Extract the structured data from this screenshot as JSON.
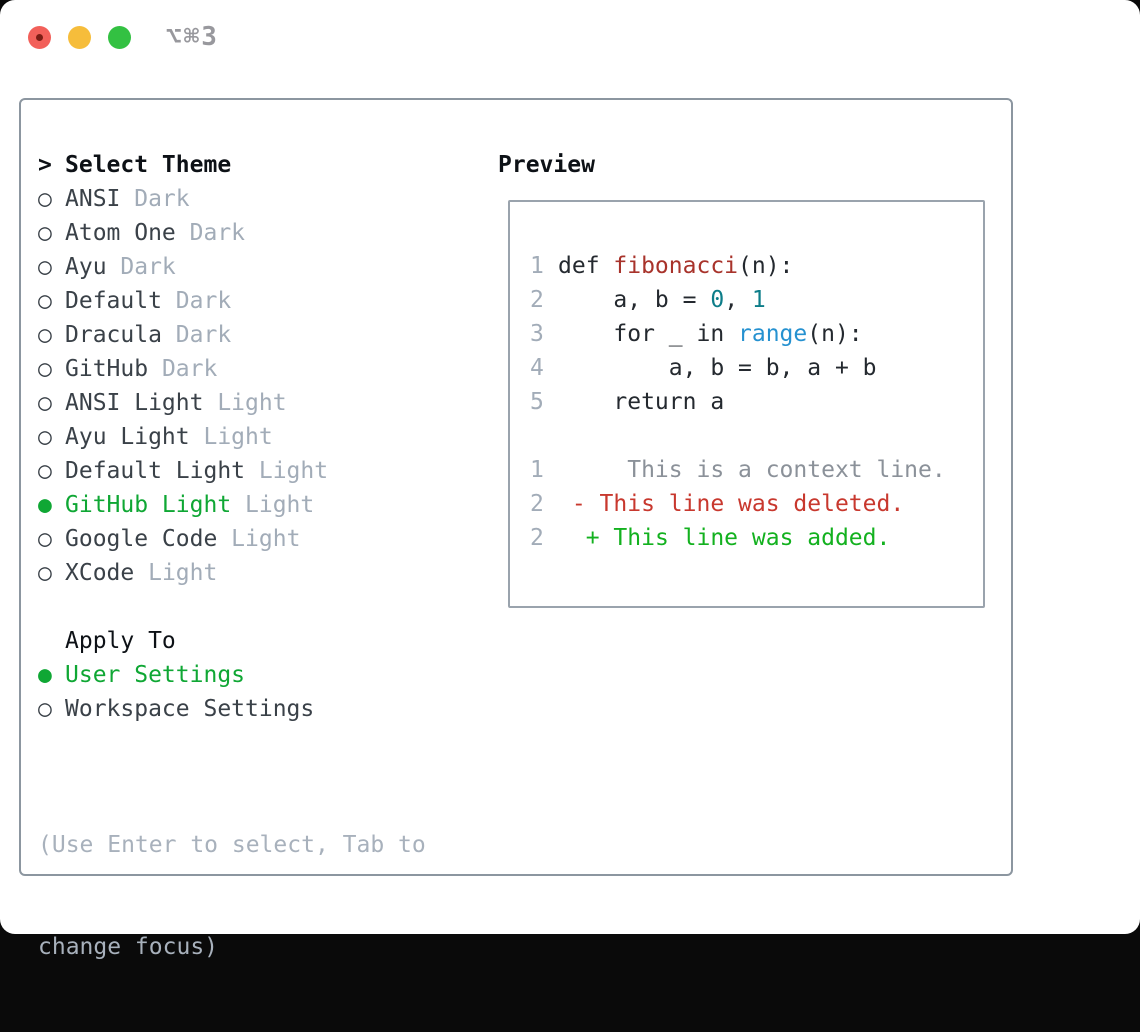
{
  "window": {
    "shortcut_label": "⌥⌘3"
  },
  "theme_picker": {
    "header_marker": ">",
    "header_label": "Select Theme",
    "unselected_marker": "○",
    "selected_marker": "●",
    "themes": [
      {
        "name": "ANSI",
        "variant": "Dark",
        "selected": false
      },
      {
        "name": "Atom One",
        "variant": "Dark",
        "selected": false
      },
      {
        "name": "Ayu",
        "variant": "Dark",
        "selected": false
      },
      {
        "name": "Default",
        "variant": "Dark",
        "selected": false
      },
      {
        "name": "Dracula",
        "variant": "Dark",
        "selected": false
      },
      {
        "name": "GitHub",
        "variant": "Dark",
        "selected": false
      },
      {
        "name": "ANSI Light",
        "variant": "Light",
        "selected": false
      },
      {
        "name": "Ayu Light",
        "variant": "Light",
        "selected": false
      },
      {
        "name": "Default Light",
        "variant": "Light",
        "selected": false
      },
      {
        "name": "GitHub Light",
        "variant": "Light",
        "selected": true
      },
      {
        "name": "Google Code",
        "variant": "Light",
        "selected": false
      },
      {
        "name": "XCode",
        "variant": "Light",
        "selected": false
      }
    ],
    "apply_to": {
      "label": "Apply To",
      "options": [
        {
          "name": "User Settings",
          "selected": true
        },
        {
          "name": "Workspace Settings",
          "selected": false
        }
      ]
    },
    "hint_lines": [
      "(Use Enter to select, Tab to",
      "change focus)"
    ]
  },
  "preview": {
    "title": "Preview",
    "lines": [
      {
        "no": "1",
        "tokens": [
          {
            "text": "def ",
            "type": "plain"
          },
          {
            "text": "fibonacci",
            "type": "function"
          },
          {
            "text": "(n):",
            "type": "plain"
          }
        ]
      },
      {
        "no": "2",
        "tokens": [
          {
            "text": "    a, b = ",
            "type": "plain"
          },
          {
            "text": "0",
            "type": "number"
          },
          {
            "text": ", ",
            "type": "plain"
          },
          {
            "text": "1",
            "type": "number"
          }
        ]
      },
      {
        "no": "3",
        "tokens": [
          {
            "text": "    for _ in ",
            "type": "plain"
          },
          {
            "text": "range",
            "type": "builtin"
          },
          {
            "text": "(n):",
            "type": "plain"
          }
        ]
      },
      {
        "no": "4",
        "tokens": [
          {
            "text": "        a, b = b, a + b",
            "type": "plain"
          }
        ]
      },
      {
        "no": "5",
        "tokens": [
          {
            "text": "    return a",
            "type": "plain"
          }
        ]
      },
      {
        "no": "",
        "tokens": []
      },
      {
        "no": "1",
        "tokens": [
          {
            "text": "     This is a context line.",
            "type": "context"
          }
        ]
      },
      {
        "no": "2",
        "tokens": [
          {
            "text": " ",
            "type": "plain"
          },
          {
            "text": "- This line was deleted.",
            "type": "deleted"
          }
        ]
      },
      {
        "no": "2",
        "tokens": [
          {
            "text": "  ",
            "type": "plain"
          },
          {
            "text": "+ This line was added.",
            "type": "added"
          }
        ]
      }
    ]
  },
  "colors": {
    "selection_green": "#0fa734",
    "text_dark": "#3a4148",
    "text_muted": "#a2acb8",
    "header_black": "#0d1116",
    "hint_gray": "#a8b1bc",
    "panel_border": "#8c96a0",
    "preview_border": "#9aa3ad",
    "code_plain": "#24292f",
    "code_function_red": "#a8332b",
    "code_number_teal": "#0d7d89",
    "code_builtin_blue": "#2591d0",
    "diff_context_gray": "#8b9199",
    "diff_deleted_red": "#c8382e",
    "diff_added_green": "#13b11f",
    "traffic_close": "#f2605a",
    "traffic_close_dot": "#7b1d15",
    "traffic_minimize": "#f6bd3b",
    "traffic_zoom": "#33c142"
  }
}
